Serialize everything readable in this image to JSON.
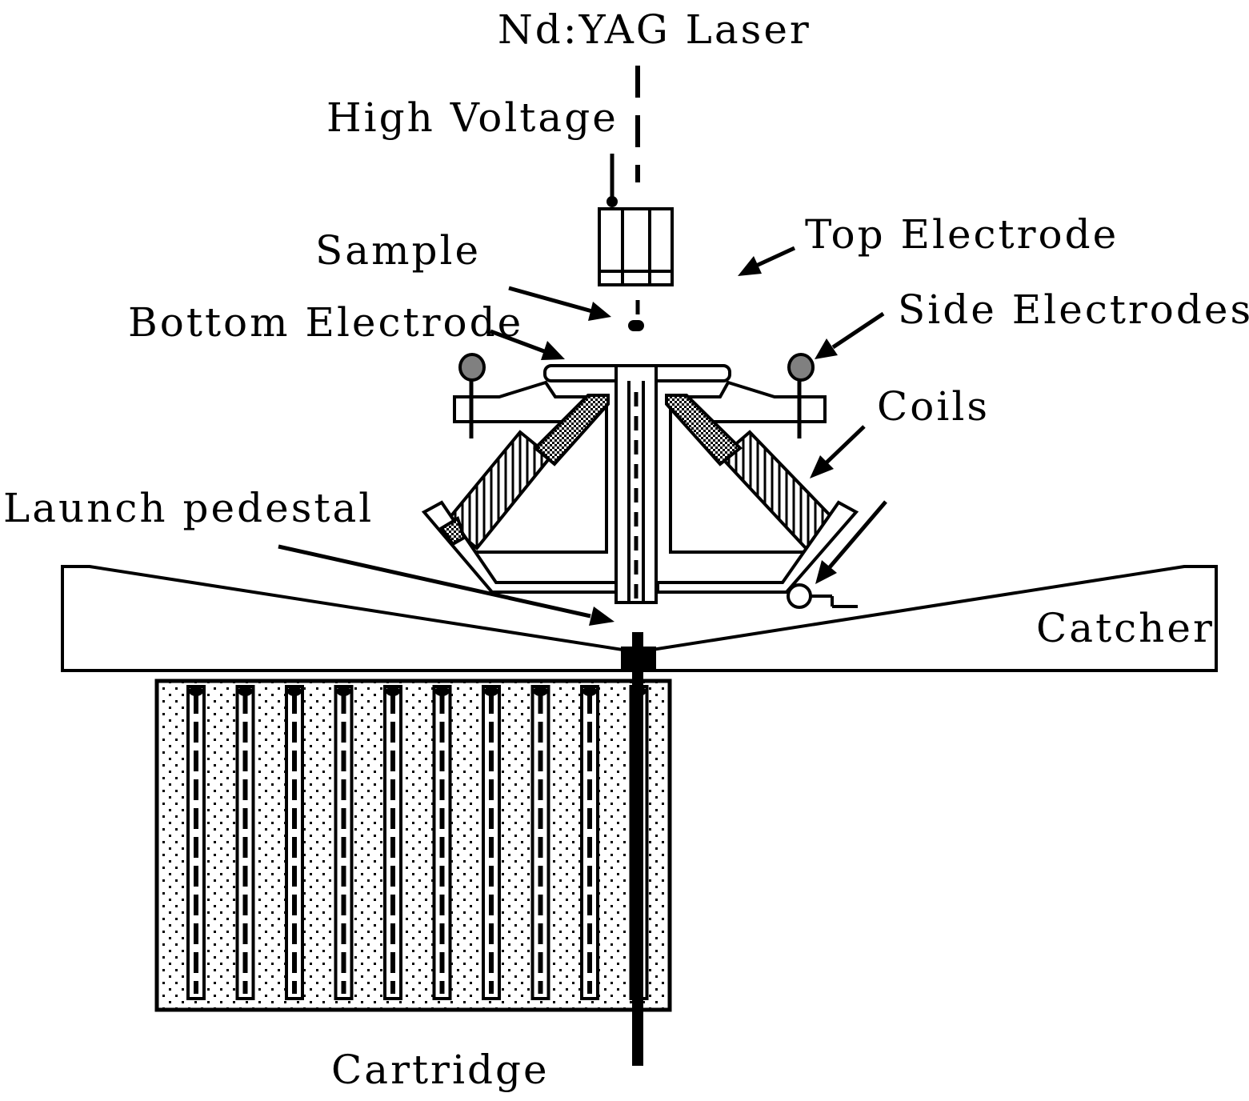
{
  "labels": {
    "laser": "Nd:YAG Laser",
    "high_voltage": "High Voltage",
    "top_electrode": "Top Electrode",
    "sample": "Sample",
    "bottom_electrode": "Bottom Electrode",
    "side_electrodes": "Side Electrodes",
    "coils": "Coils",
    "launch_pedestal": "Launch pedestal",
    "catcher": "Catcher",
    "cartridge": "Cartridge"
  },
  "colors": {
    "ink": "#000000",
    "paper": "#ffffff",
    "electrode_knob": "#808080"
  },
  "cartridge": {
    "slot_count": 10
  }
}
